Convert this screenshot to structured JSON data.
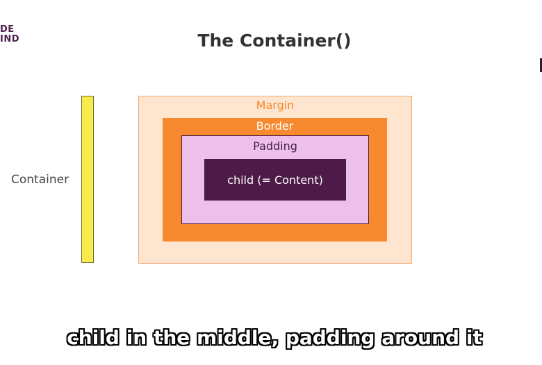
{
  "logo": {
    "line1": "DE",
    "line2": "IND"
  },
  "title": "The Container()",
  "diagram": {
    "container_label": "Container",
    "margin_label": "Margin",
    "border_label": "Border",
    "padding_label": "Padding",
    "content_label": "child (= Content)"
  },
  "subtitle": "child in the middle, padding around it",
  "colors": {
    "yellow_bar": "#f9ea4e",
    "margin": "#fde5d0",
    "border": "#f7892e",
    "padding": "#ecc0ea",
    "content": "#4e1b48"
  }
}
